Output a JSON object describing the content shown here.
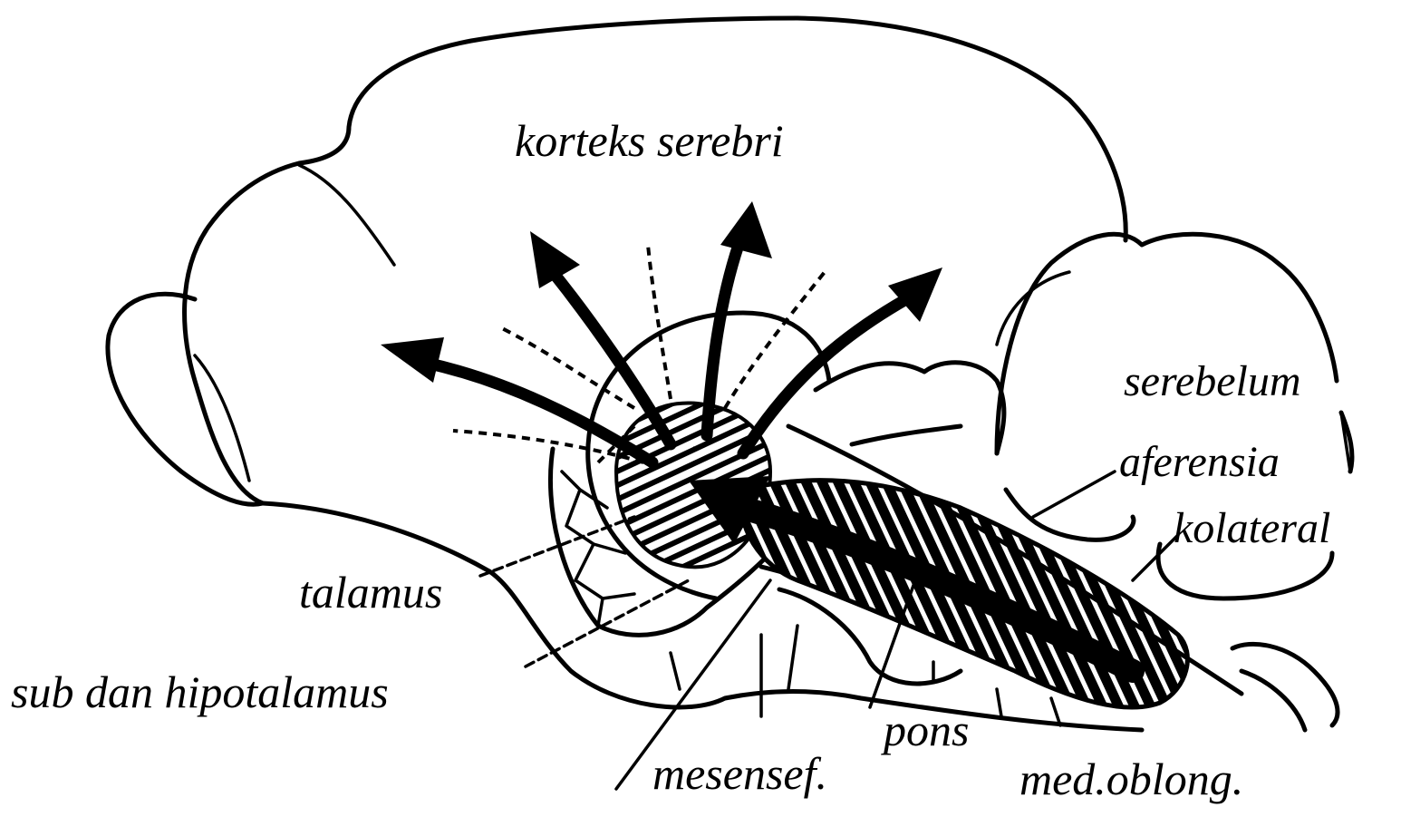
{
  "labels": {
    "korteks": "korteks serebri",
    "serebelum": "serebelum",
    "aferensia": "aferensia",
    "kolateral": "kolateral",
    "talamus": "talamus",
    "subhipo": "sub dan hipotalamus",
    "pons": "pons",
    "mesensef": "mesensef.",
    "medoblong": "med.oblong."
  },
  "colors": {
    "ink": "#000000",
    "paper": "#ffffff"
  }
}
